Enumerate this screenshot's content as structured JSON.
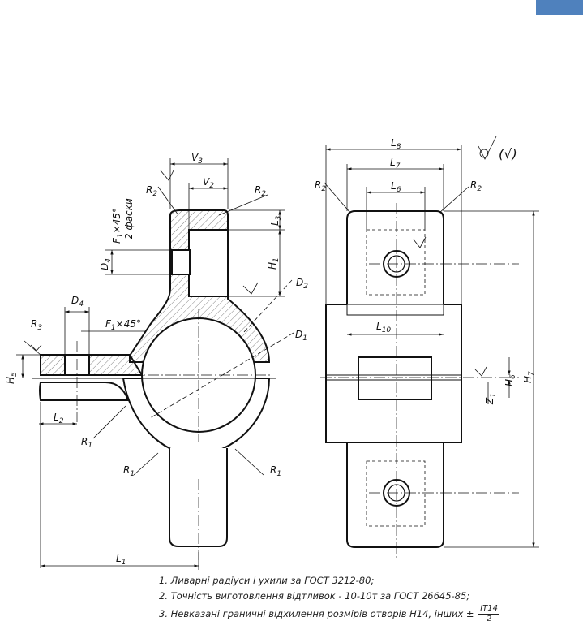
{
  "colors": {
    "accent_tab": "#4f81bd",
    "line": "#111111",
    "hatch": "#555555"
  },
  "labels": {
    "V3": "V",
    "V3_sub": "3",
    "V2": "V",
    "V2_sub": "2",
    "R2_left": "R",
    "R2_left_sub": "2",
    "R2_right": "R",
    "R2_right_sub": "2",
    "L3": "L",
    "L3_sub": "3",
    "H1": "H",
    "H1_sub": "1",
    "F1_chamfer": "F",
    "F1_chamfer_sub": "1",
    "F1_chamfer_suffix": "×45°",
    "chamfer_note": "2 фаски",
    "D4_left": "D",
    "D4_left_sub": "4",
    "D4_top": "D",
    "D4_top_sub": "4",
    "D2": "D",
    "D2_sub": "2",
    "D1": "D",
    "D1_sub": "1",
    "R3": "R",
    "R3_sub": "3",
    "F1_lower": "F",
    "F1_lower_sub": "1",
    "F1_lower_suffix": "×45°",
    "H5": "H",
    "H5_sub": "5",
    "L2": "L",
    "L2_sub": "2",
    "R1_a": "R",
    "R1_a_sub": "1",
    "R1_b": "R",
    "R1_b_sub": "1",
    "R1_c": "R",
    "R1_c_sub": "1",
    "L1": "L",
    "L1_sub": "1",
    "L8": "L",
    "L8_sub": "8",
    "L7": "L",
    "L7_sub": "7",
    "L6": "L",
    "L6_sub": "6",
    "L10": "L",
    "L10_sub": "10",
    "R2_side_left": "R",
    "R2_side_left_sub": "2",
    "R2_side_right": "R",
    "R2_side_right_sub": "2",
    "Z1": "Z",
    "Z1_sub": "1",
    "H6": "H",
    "H6_sub": "6",
    "H7": "H",
    "H7_sub": "7",
    "roughness": "(√)"
  },
  "notes": [
    "1. Ливарні радіуси і ухили за ГОСТ 3212-80;",
    "2. Точність виготовлення відтливок - 10-10т за ГОСТ 26645-85;",
    "3. Невказані граничні відхилення розмірів отворів Н14, інших ±"
  ],
  "tolerance_fraction": {
    "numerator": "IT14",
    "denominator": "2"
  }
}
